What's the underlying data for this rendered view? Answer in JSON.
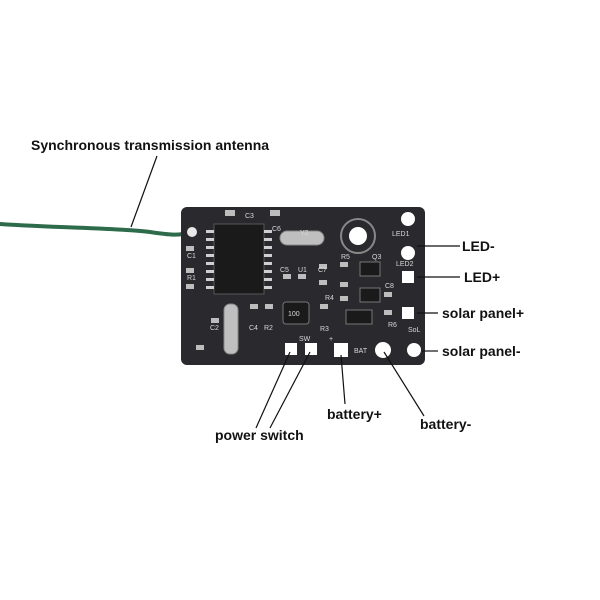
{
  "callouts": {
    "antenna": "Synchronous transmission antenna",
    "led_minus": "LED-",
    "led_plus": "LED+",
    "solar_plus": "solar panel+",
    "solar_minus": "solar panel-",
    "battery_plus": "battery+",
    "battery_minus": "battery-",
    "power_switch": "power switch"
  },
  "board_silkscreen": {
    "led1": "LED1",
    "led2": "LED2",
    "sol": "SoL",
    "sw": "SW",
    "bat": "BAT",
    "plus": "+",
    "minus": "-",
    "u1": "U1",
    "y2": "Y2",
    "c1": "C1",
    "c2": "C2",
    "c3": "C3",
    "c4": "C4",
    "c5": "C5",
    "c6": "C6",
    "c7": "C7",
    "c8": "C8",
    "r1": "R1",
    "r2": "R2",
    "r3": "R3",
    "r4": "R4",
    "r5": "R5",
    "r6": "R6",
    "q3": "Q3",
    "inductor_code": "100"
  },
  "colors": {
    "board": "#2a2a2e",
    "wire": "#2e6b4a",
    "silkscreen": "#d8d8d8",
    "pad": "#e8e8e8",
    "leader": "#111111"
  }
}
